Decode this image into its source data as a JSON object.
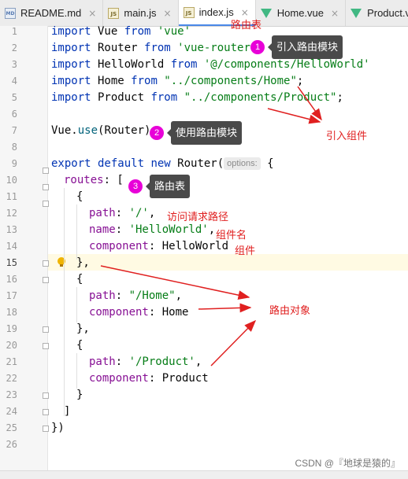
{
  "tabs": [
    {
      "label": "README.md",
      "icon": "md-file-icon",
      "badge": "MD",
      "active": false
    },
    {
      "label": "main.js",
      "icon": "js-file-icon",
      "badge": "JS",
      "active": false
    },
    {
      "label": "index.js",
      "icon": "js-file-icon",
      "badge": "JS",
      "active": true
    },
    {
      "label": "Home.vue",
      "icon": "vue-file-icon",
      "active": false
    },
    {
      "label": "Product.vue",
      "icon": "vue-file-icon",
      "active": false
    }
  ],
  "tab_close_glyph": "×",
  "line_numbers": [
    "1",
    "2",
    "3",
    "4",
    "5",
    "6",
    "7",
    "8",
    "9",
    "10",
    "11",
    "12",
    "13",
    "14",
    "15",
    "16",
    "17",
    "18",
    "19",
    "20",
    "21",
    "22",
    "23",
    "24",
    "25",
    "26"
  ],
  "code": {
    "l1": {
      "kw1": "import",
      "id": " Vue ",
      "kw2": "from",
      "s": " 'vue'"
    },
    "l2": {
      "kw1": "import",
      "id": " Router ",
      "kw2": "from",
      "s": " 'vue-router'"
    },
    "l3": {
      "kw1": "import",
      "id": " HelloWorld ",
      "kw2": "from",
      "s": " '@/components/HelloWorld'"
    },
    "l4": {
      "kw1": "import",
      "id": " Home ",
      "kw2": "from",
      "s": " \"../components/Home\"",
      "end": ";"
    },
    "l5": {
      "kw1": "import",
      "id": " Product ",
      "kw2": "from",
      "s": " \"../components/Product\"",
      "end": ";"
    },
    "l7": {
      "a": "Vue.",
      "fn": "use",
      "b": "(Router)"
    },
    "l9": {
      "kw1": "export",
      "kw2": " default",
      "kw3": " new",
      "id": " Router(",
      "hint": "options:",
      "end": " {"
    },
    "l10": {
      "key": "routes",
      "end": ": ["
    },
    "l11": "{",
    "l12": {
      "key": "path",
      "mid": ": ",
      "s": "'/'",
      "end": ","
    },
    "l13": {
      "key": "name",
      "mid": ": ",
      "s": "'HelloWorld'",
      "end": ","
    },
    "l14": {
      "key": "component",
      "end": ": HelloWorld"
    },
    "l15": "},",
    "l16": "{",
    "l17": {
      "key": "path",
      "mid": ": ",
      "s": "\"/Home\"",
      "end": ","
    },
    "l18": {
      "key": "component",
      "end": ": Home"
    },
    "l19": "},",
    "l20": "{",
    "l21": {
      "key": "path",
      "mid": ": ",
      "s": "'/Product'",
      "end": ","
    },
    "l22": {
      "key": "component",
      "end": ": Product"
    },
    "l23": "}",
    "l24": "]",
    "l25": "})"
  },
  "annotations": {
    "top_label": "路由表",
    "badge1": "1",
    "callout1": "引入路由模块",
    "import_comp": "引入组件",
    "badge2": "2",
    "callout2": "使用路由模块",
    "badge3": "3",
    "callout3": "路由表",
    "path_note": "访问请求路径",
    "name_note": "组件名",
    "comp_note": "组件",
    "route_obj": "路由对象"
  },
  "watermark": "CSDN @『地球是猿的』",
  "colors": {
    "keyword": "#0033b3",
    "string": "#067d17",
    "property": "#871094",
    "annotation": "#e02020",
    "badge": "#e800d8"
  }
}
